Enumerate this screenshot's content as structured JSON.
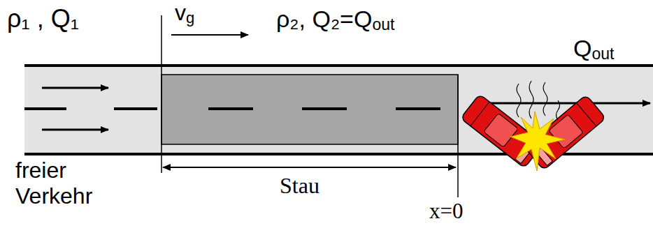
{
  "diagram": {
    "labels": [
      "ρ₁ , Q₁",
      "v",
      "g",
      "ρ₂, Q₂=Q",
      "out",
      "Q",
      "out",
      "freier Verkehr",
      "Stau",
      "x=0"
    ]
  }
}
